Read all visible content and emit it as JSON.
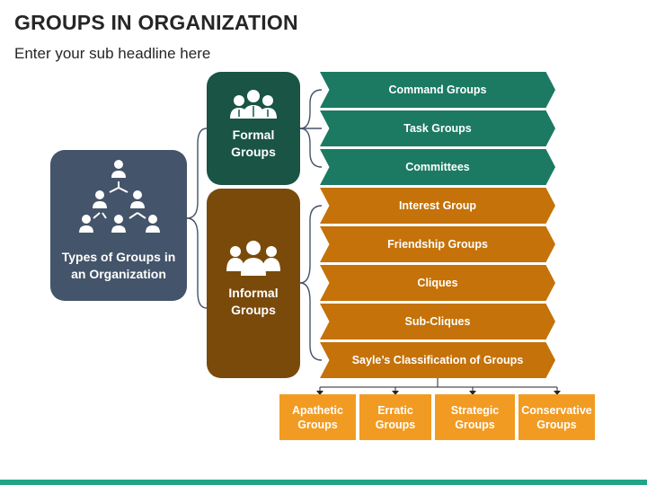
{
  "header": {
    "title": "GROUPS IN ORGANIZATION",
    "subtitle": "Enter your sub headline here"
  },
  "root": {
    "label_line1": "Types of Groups in",
    "label_line2": "an Organization",
    "icon": "org-hierarchy-icon",
    "color": "#44546a"
  },
  "formal": {
    "label_line1": "Formal",
    "label_line2": "Groups",
    "icon": "business-team-icon",
    "color": "#195444",
    "items": [
      "Command Groups",
      "Task Groups",
      "Committees"
    ],
    "item_color": "#1c7a62"
  },
  "informal": {
    "label_line1": "Informal",
    "label_line2": "Groups",
    "icon": "people-group-icon",
    "color": "#7a4a0b",
    "items": [
      "Interest Group",
      "Friendship Groups",
      "Cliques",
      "Sub-Cliques",
      "Sayle’s Classification of Groups"
    ],
    "item_color": "#c47209"
  },
  "sayle": {
    "color": "#f29b22",
    "items": [
      {
        "line1": "Apathetic",
        "line2": "Groups"
      },
      {
        "line1": "Erratic",
        "line2": "Groups"
      },
      {
        "line1": "Strategic",
        "line2": "Groups"
      },
      {
        "line1": "Conservative",
        "line2": "Groups"
      }
    ]
  },
  "footer": {
    "bar_color": "#22a488"
  }
}
